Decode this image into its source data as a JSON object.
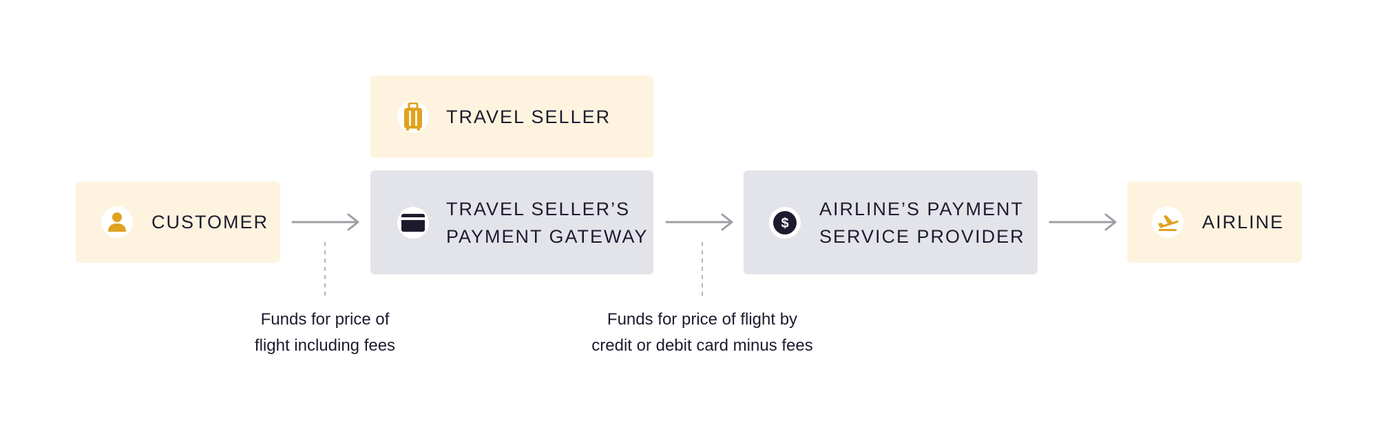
{
  "nodes": {
    "customer": {
      "label": "CUSTOMER",
      "icon": "person-icon"
    },
    "travel_seller": {
      "label": "TRAVEL SELLER",
      "icon": "luggage-icon"
    },
    "travel_seller_gateway": {
      "line1": "TRAVEL SELLER’S",
      "line2": "PAYMENT GATEWAY",
      "icon": "credit-card-icon"
    },
    "airline_psp": {
      "line1": "AIRLINE’S PAYMENT",
      "line2": "SERVICE PROVIDER",
      "icon": "dollar-coin-icon"
    },
    "airline": {
      "label": "AIRLINE",
      "icon": "airplane-icon"
    }
  },
  "captions": {
    "first": {
      "line1": "Funds for price of",
      "line2": "flight including fees"
    },
    "second": {
      "line1": "Funds for price of flight by",
      "line2": "credit or debit card minus fees"
    }
  },
  "colors": {
    "accent": "#e0a21f",
    "yellow_box": "#fdf3df",
    "grey_box": "#e3e3ea",
    "arrow": "#9e9ea6",
    "text": "#1c1b2e"
  }
}
